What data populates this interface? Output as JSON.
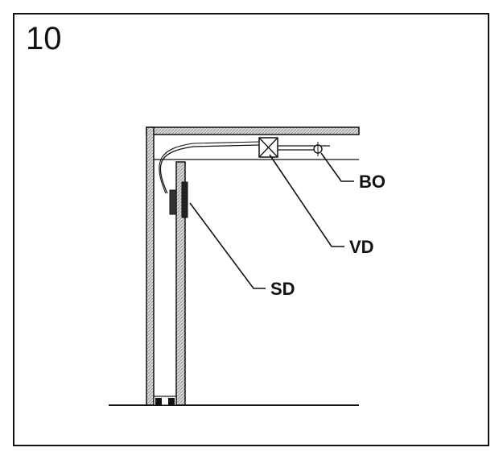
{
  "figure": {
    "step_number": "10",
    "labels": {
      "bo": "BO",
      "vd": "VD",
      "sd": "SD"
    }
  },
  "colors": {
    "ink": "#111111",
    "panel_fill": "#d9d9d9",
    "background": "#ffffff"
  }
}
